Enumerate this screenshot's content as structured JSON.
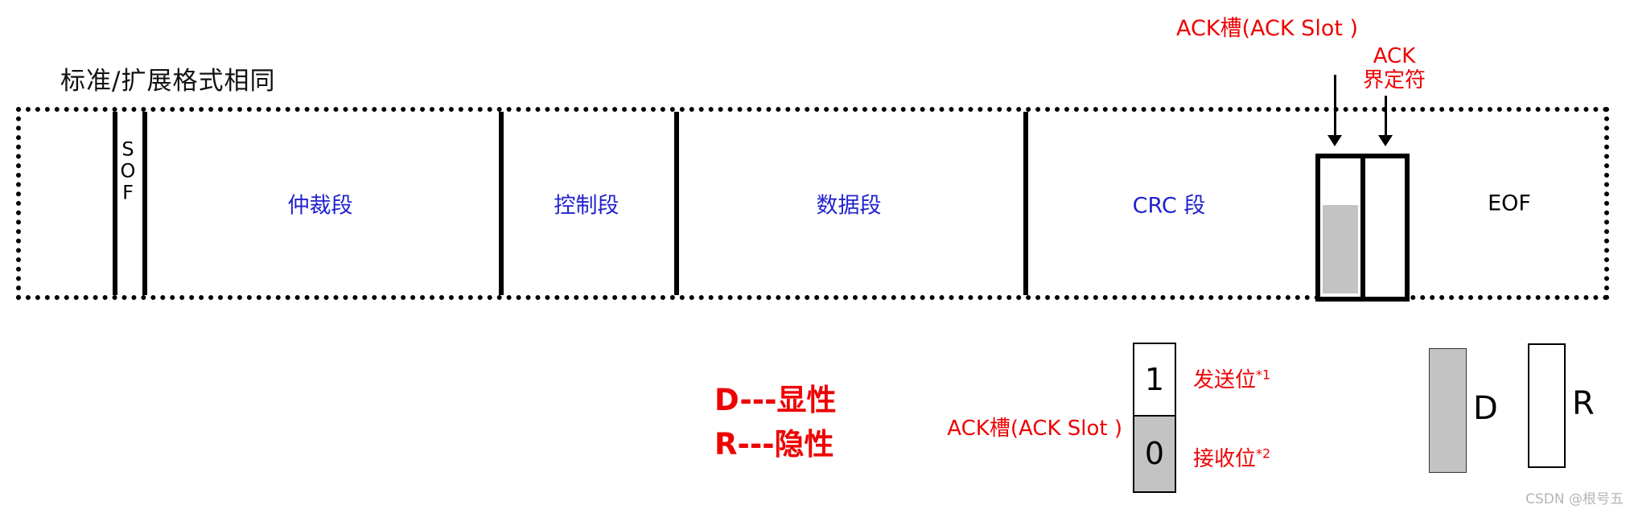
{
  "title": "标准/扩展格式相同",
  "frame": {
    "sof_letters": [
      "S",
      "O",
      "F"
    ],
    "segments": {
      "arbitration": "仲裁段",
      "control": "控制段",
      "data": "数据段",
      "crc": "CRC 段",
      "eof": "EOF"
    }
  },
  "annotations": {
    "ack_slot": "ACK槽(ACK Slot )",
    "ack_delimiter_line1": "ACK",
    "ack_delimiter_line2": "界定符"
  },
  "legend": {
    "dominant": "D---显性",
    "recessive": "R---隐性",
    "ack_slot": "ACK槽(ACK Slot )",
    "bit_one": "1",
    "bit_zero": "0",
    "send_bit": "发送位",
    "send_bit_note": "*1",
    "receive_bit": "接收位",
    "receive_bit_note": "*2",
    "d_label": "D",
    "r_label": "R"
  },
  "watermark": "CSDN @根号五",
  "colors": {
    "segment_label_blue": "#2222cc",
    "annotation_red": "#ee0202",
    "bit_gray": "#c3c3c3"
  }
}
